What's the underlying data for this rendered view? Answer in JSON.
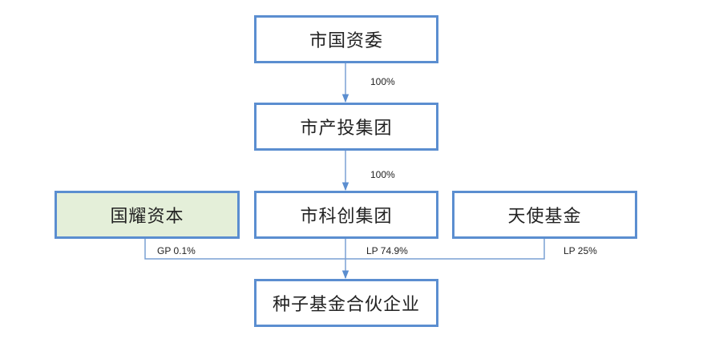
{
  "nodes": {
    "sasac": "市国资委",
    "invest_group": "市产投集团",
    "guoyao": "国耀资本",
    "kechuang": "市科创集团",
    "angel": "天使基金",
    "seed_fund": "种子基金合伙企业"
  },
  "edges": {
    "sasac_to_invest": "100%",
    "invest_to_kechuang": "100%",
    "guoyao_share": "GP 0.1%",
    "kechuang_share": "LP 74.9%",
    "angel_share": "LP 25%"
  },
  "colors": {
    "border": "#5b8ed0",
    "line": "#7aa0d4",
    "highlight_fill": "#e4efd9"
  }
}
